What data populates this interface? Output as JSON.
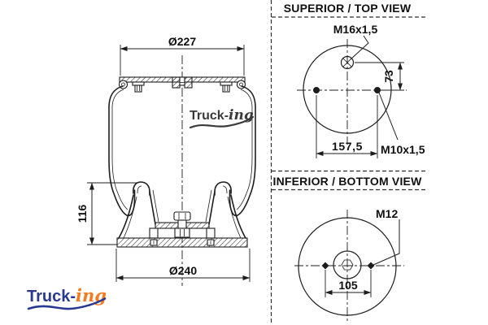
{
  "side_view": {
    "top_diameter": "Ø227",
    "height": "116",
    "base_diameter": "Ø240"
  },
  "top_view": {
    "title": "SUPERIOR / TOP VIEW",
    "center_thread": "M16x1,5",
    "stud_offset": "73",
    "stud_spacing": "157,5",
    "stud_thread": "M10x1,5"
  },
  "bottom_view": {
    "title": "INFERIOR / BOTTOM VIEW",
    "thread": "M12",
    "spacing": "105"
  },
  "watermark": {
    "name_bold": "Truck-",
    "name_script": "ing"
  },
  "brand": {
    "name_bold": "Truck-",
    "name_script": "ing"
  },
  "colors": {
    "line": "#1d1d1d",
    "brand_blue": "#2b3990",
    "brand_orange": "#f47b20",
    "watermark_gray": "#3a3a3a"
  }
}
